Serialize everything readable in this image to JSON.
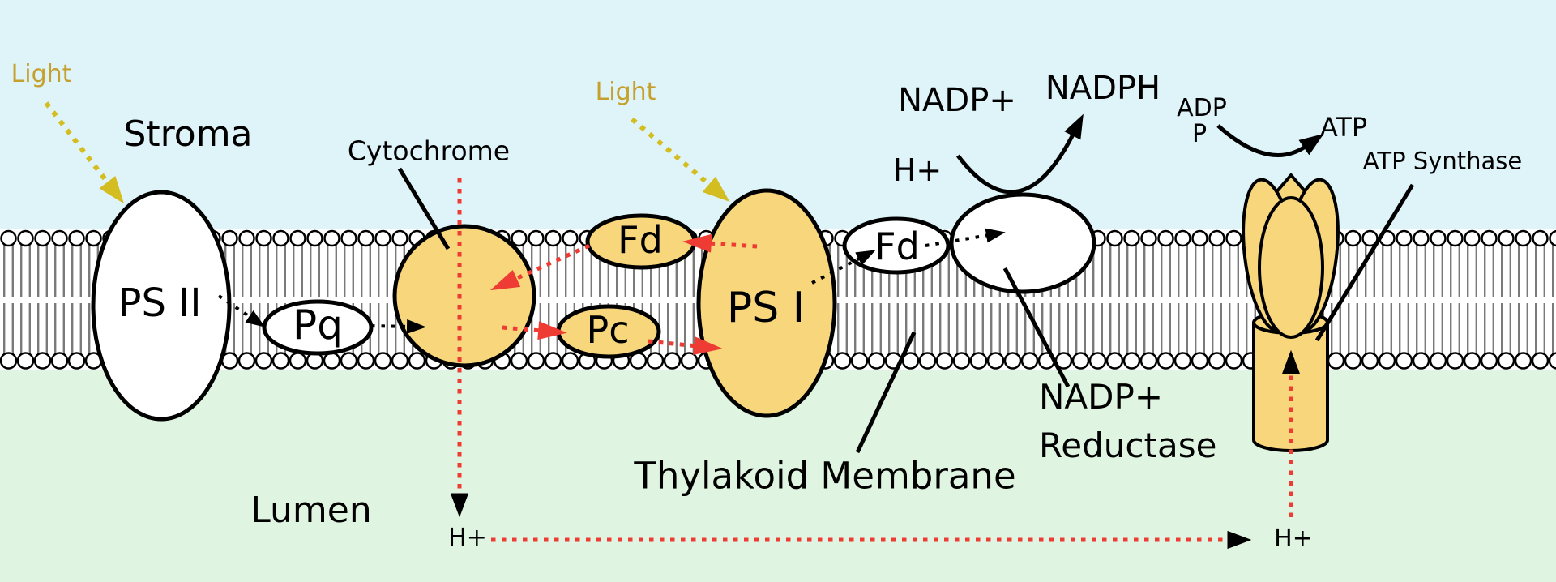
{
  "colors": {
    "stroma_bg": "#dff4f9",
    "lumen_bg": "#dff5e1",
    "membrane_bg": "#ffffff",
    "protein_yellow": "#f8d67c",
    "gold_text": "#c5a02c",
    "light_arrow": "#d4bd20",
    "red_arrow": "#ee3b33",
    "tail_gray": "#7a7a7a"
  },
  "regions": {
    "stroma": "Stroma",
    "lumen": "Lumen",
    "membrane": "Thylakoid Membrane"
  },
  "light": {
    "label1": "Light",
    "label2": "Light"
  },
  "proteins": {
    "ps2": "PS II",
    "pq": "Pq",
    "cytochrome": "Cytochrome",
    "pc": "Pc",
    "fd1": "Fd",
    "ps1": "PS I",
    "fd2": "Fd",
    "reductase_line1": "NADP+",
    "reductase_line2": "Reductase",
    "atp_synthase": "ATP Synthase"
  },
  "molecules": {
    "nadp": "NADP+",
    "h_stroma": "H+",
    "nadph": "NADPH",
    "adp": "ADP",
    "phosphate": "P",
    "atp": "ATP",
    "h_lumen_left": "H+",
    "h_lumen_right": "H+"
  },
  "arrows": [
    {
      "name": "light-to-ps2",
      "style": "gold-dotted"
    },
    {
      "name": "light-to-ps1",
      "style": "gold-dotted"
    },
    {
      "name": "ps2-to-pq",
      "style": "black-dotted"
    },
    {
      "name": "pq-to-cytochrome",
      "style": "black-dotted"
    },
    {
      "name": "fd1-to-cytochrome",
      "style": "red-dotted"
    },
    {
      "name": "cytochrome-to-pc",
      "style": "red-dotted"
    },
    {
      "name": "pc-to-ps1",
      "style": "red-dotted"
    },
    {
      "name": "ps1-to-fd1",
      "style": "red-dotted"
    },
    {
      "name": "ps1-to-fd2",
      "style": "black-dotted"
    },
    {
      "name": "fd2-to-reductase",
      "style": "black-dotted"
    },
    {
      "name": "h-pumped-to-lumen",
      "style": "red-dotted-black-head"
    },
    {
      "name": "h-along-lumen",
      "style": "red-dotted-black-head"
    },
    {
      "name": "h-through-atp-synthase",
      "style": "red-dotted-black-head"
    },
    {
      "name": "nadp-h-to-nadph",
      "style": "black-curved"
    },
    {
      "name": "adp-p-to-atp",
      "style": "black-curved"
    }
  ]
}
